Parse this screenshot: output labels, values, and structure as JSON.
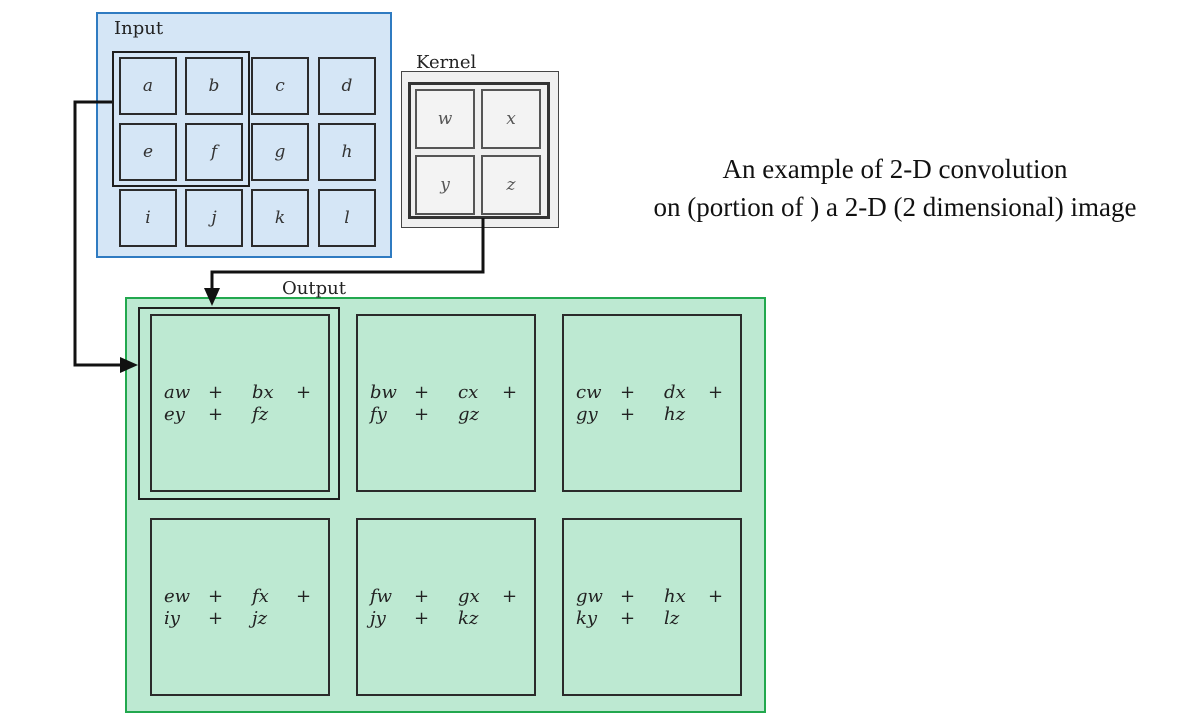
{
  "labels": {
    "input": "Input",
    "kernel": "Kernel",
    "output": "Output"
  },
  "input_cells": [
    "a",
    "b",
    "c",
    "d",
    "e",
    "f",
    "g",
    "h",
    "i",
    "j",
    "k",
    "l"
  ],
  "kernel_cells": [
    "w",
    "x",
    "y",
    "z"
  ],
  "output_cells": [
    {
      "l1": [
        "aw",
        "+",
        "bx",
        "+"
      ],
      "l2": [
        "ey",
        "+",
        "fz",
        ""
      ]
    },
    {
      "l1": [
        "bw",
        "+",
        "cx",
        "+"
      ],
      "l2": [
        "fy",
        "+",
        "gz",
        ""
      ]
    },
    {
      "l1": [
        "cw",
        "+",
        "dx",
        "+"
      ],
      "l2": [
        "gy",
        "+",
        "hz",
        ""
      ]
    },
    {
      "l1": [
        "ew",
        "+",
        "fx",
        "+"
      ],
      "l2": [
        "iy",
        "+",
        "jz",
        ""
      ]
    },
    {
      "l1": [
        "fw",
        "+",
        "gx",
        "+"
      ],
      "l2": [
        "jy",
        "+",
        "kz",
        ""
      ]
    },
    {
      "l1": [
        "gw",
        "+",
        "hx",
        "+"
      ],
      "l2": [
        "ky",
        "+",
        "lz",
        ""
      ]
    }
  ],
  "caption": {
    "line1": "An example of 2-D convolution",
    "line2": "on (portion of ) a 2-D (2 dimensional) image"
  },
  "colors": {
    "input_fill": "#d5e6f6",
    "input_border": "#2f7bc1",
    "output_fill": "#bde9d2",
    "output_border": "#22a84e",
    "kernel_fill": "#efefef"
  }
}
